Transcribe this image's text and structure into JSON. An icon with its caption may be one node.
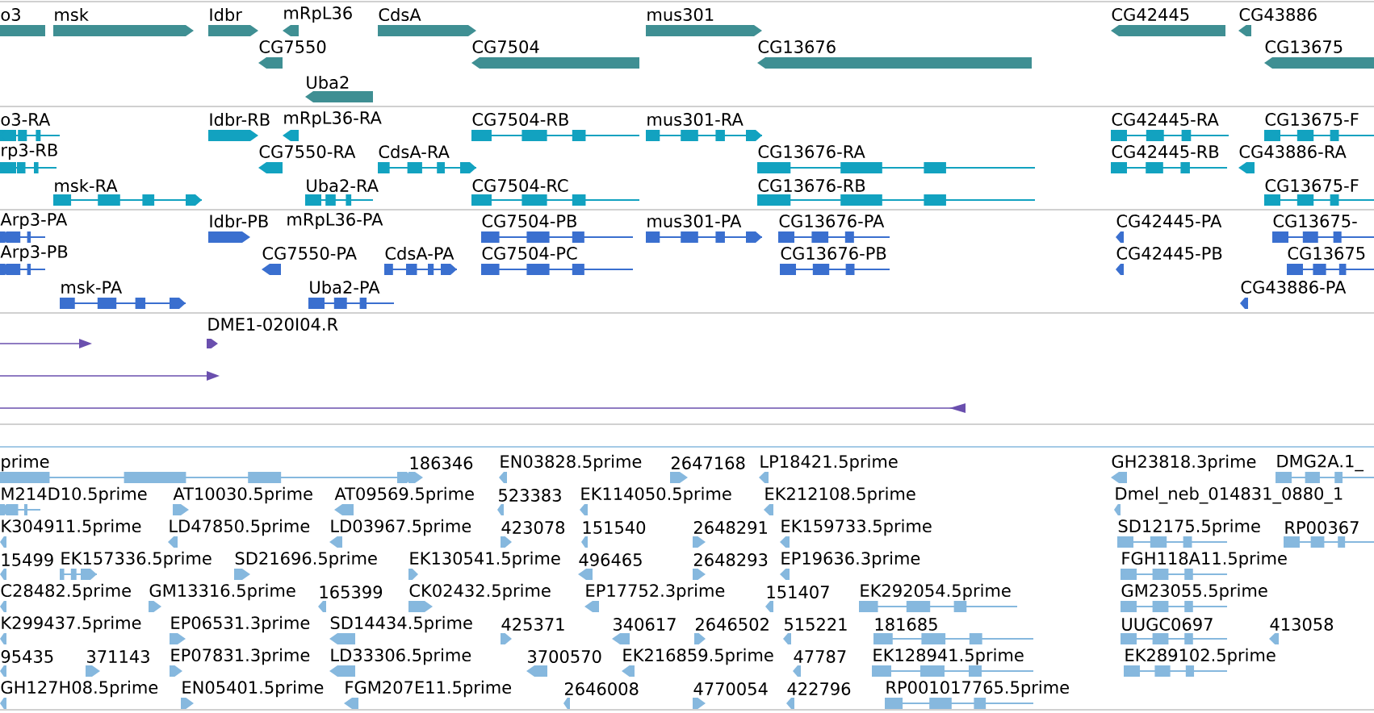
{
  "diagram": {
    "labels": [
      "o3",
      "msk",
      "Idbr",
      "mRpL36",
      "CdsA",
      "mus301",
      "CG42445",
      "CG43886",
      "CG7550",
      "CG7504",
      "CG13676",
      "CG13675",
      "Uba2",
      "o3-RA",
      "Idbr-RB",
      "mRpL36-RA",
      "CG7504-RB",
      "mus301-RA",
      "CG42445-RA",
      "CG13675-F",
      "rp3-RB",
      "CG7550-RA",
      "CdsA-RA",
      "CG13676-RA",
      "CG42445-RB",
      "CG43886-RA",
      "msk-RA",
      "Uba2-RA",
      "CG7504-RC",
      "CG13676-RB",
      "CG13675-F",
      "Arp3-PA",
      "Idbr-PB",
      "mRpL36-PA",
      "CG7504-PB",
      "mus301-PA",
      "CG13676-PA",
      "CG42445-PA",
      "CG13675-",
      "Arp3-PB",
      "CG7550-PA",
      "CdsA-PA",
      "CG7504-PC",
      "CG13676-PB",
      "CG42445-PB",
      "CG13675",
      "msk-PA",
      "Uba2-PA",
      "CG43886-PA",
      "DME1-020I04.R",
      "prime",
      "186346",
      "EN03828.5prime",
      "2647168",
      "LP18421.5prime",
      "GH23818.3prime",
      "DMG2A.1_",
      "M214D10.5prime",
      "AT10030.5prime",
      "AT09569.5prime",
      "523383",
      "EK114050.5prime",
      "EK212108.5prime",
      "Dmel_neb_014831_0880_1",
      "K304911.5prime",
      "LD47850.5prime",
      "LD03967.5prime",
      "423078",
      "151540",
      "2648291",
      "EK159733.5prime",
      "SD12175.5prime",
      "RP00367",
      "15499",
      "EK157336.5prime",
      "SD21696.5prime",
      "EK130541.5prime",
      "496465",
      "2648293",
      "EP19636.3prime",
      "FGH118A11.5prime",
      "C28482.5prime",
      "GM13316.5prime",
      "165399",
      "CK02432.5prime",
      "EP17752.3prime",
      "151407",
      "EK292054.5prime",
      "GM23055.5prime",
      "K299437.5prime",
      "EP06531.3prime",
      "SD14434.5prime",
      "425371",
      "340617",
      "2646502",
      "515221",
      "181685",
      "UUGC0697",
      "413058",
      "95435",
      "371143",
      "EP07831.3prime",
      "LD33306.5prime",
      "3700570",
      "EK216859.5prime",
      "47787",
      "EK128941.5prime",
      "EK289102.5prime",
      "GH127H08.5prime",
      "EN05401.5prime",
      "FGM207E11.5prime",
      "2646008",
      "4770054",
      "422796",
      "RP001017765.5prime"
    ]
  }
}
